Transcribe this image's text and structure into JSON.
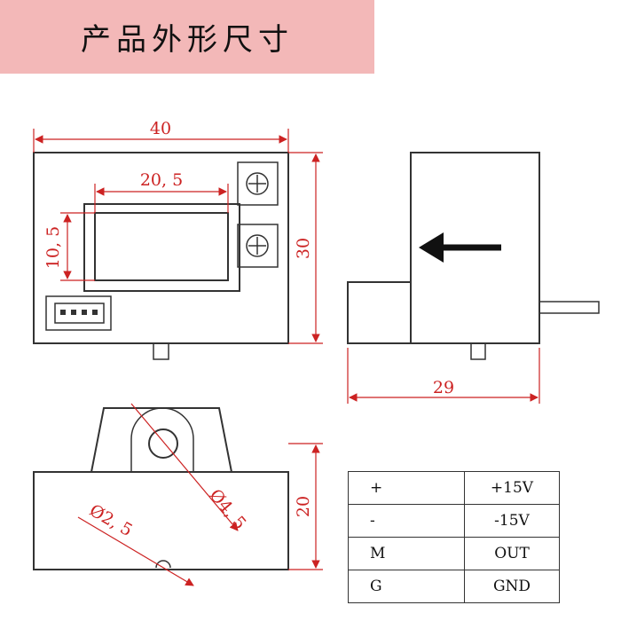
{
  "header": {
    "title": "产品外形尺寸"
  },
  "dimensions": {
    "width_40": "40",
    "window_20_5": "20, 5",
    "window_10_5": "10, 5",
    "height_30": "30",
    "depth_29": "29",
    "height_20": "20",
    "hole_4_5": "Ø4, 5",
    "hole_2_5": "Ø2, 5"
  },
  "pins": [
    {
      "pin": "+",
      "signal": "+15V"
    },
    {
      "pin": "-",
      "signal": "-15V"
    },
    {
      "pin": "M",
      "signal": "OUT"
    },
    {
      "pin": "G",
      "signal": "GND"
    }
  ],
  "colors": {
    "banner": "#f3b8b8",
    "dimension": "#cc2222",
    "outline": "#333333"
  }
}
